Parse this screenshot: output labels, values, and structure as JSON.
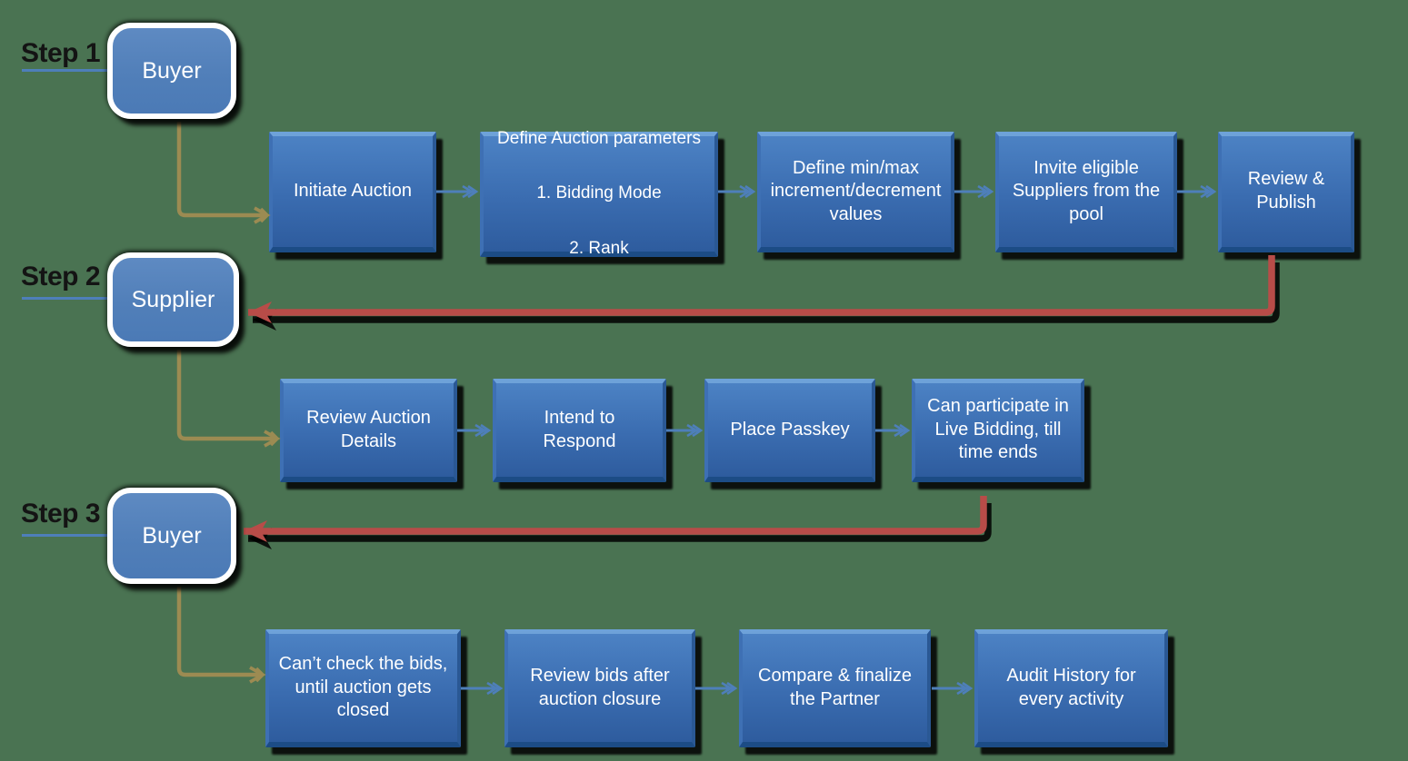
{
  "diagram": {
    "background_color": "#4A7352",
    "colors": {
      "process_box_fill_top": "#4C82C4",
      "process_box_fill_bottom": "#2E5C9E",
      "process_box_bevel_light": "#6EA2D9",
      "process_box_bevel_dark": "#1C4C85",
      "actor_node_fill": "#5E8AC2",
      "actor_node_border": "#FFFFFF",
      "flow_arrow_blue": "#4E7FBA",
      "branch_arrow_tan": "#9C8B52",
      "return_arrow_red": "#B84C48",
      "step_underline_blue": "#4E7FBA",
      "step_label_color": "#141414",
      "box_text_color": "#FFFFFF"
    },
    "steps": [
      {
        "label": "Step 1",
        "actor": "Buyer",
        "boxes": [
          "Initiate Auction",
          [
            "Define Auction parameters",
            "1. Bidding Mode",
            "2. Rank"
          ],
          "Define min/max increment/decrement values",
          "Invite eligible Suppliers from the pool",
          "Review & Publish"
        ]
      },
      {
        "label": "Step 2",
        "actor": "Supplier",
        "boxes": [
          "Review Auction Details",
          "Intend to Respond",
          "Place Passkey",
          "Can participate in Live Bidding, till time ends"
        ]
      },
      {
        "label": "Step 3",
        "actor": "Buyer",
        "boxes": [
          "Can’t check the bids, until auction gets closed",
          "Review bids after auction closure",
          "Compare & finalize the Partner",
          "Audit History for every activity"
        ]
      }
    ],
    "return_arrows": [
      {
        "from": "Review & Publish",
        "to": "Supplier"
      },
      {
        "from": "Can participate in Live Bidding, till time ends",
        "to": "Buyer"
      }
    ]
  }
}
